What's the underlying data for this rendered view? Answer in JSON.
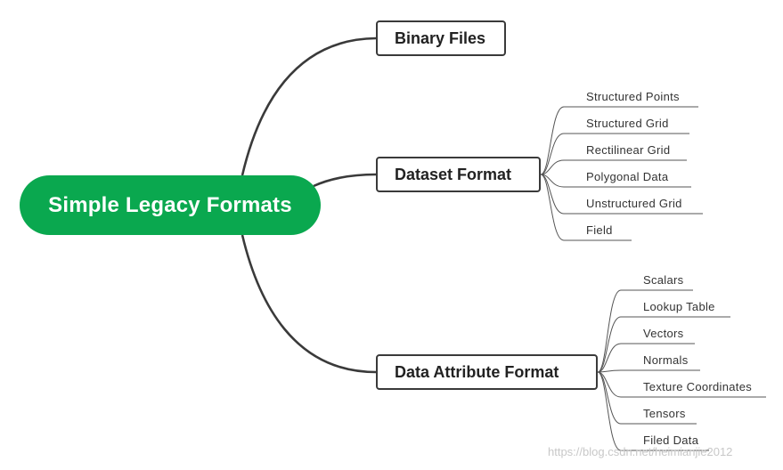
{
  "root": {
    "label": "Simple Legacy Formats"
  },
  "topics": [
    {
      "label": "Binary Files",
      "children": []
    },
    {
      "label": "Dataset Format",
      "children": [
        "Structured Points",
        "Structured Grid",
        "Rectilinear Grid",
        "Polygonal Data",
        "Unstructured Grid",
        "Field"
      ]
    },
    {
      "label": "Data Attribute Format",
      "children": [
        "Scalars",
        "Lookup Table",
        "Vectors",
        "Normals",
        "Texture Coordinates",
        "Tensors",
        "Filed Data"
      ]
    }
  ],
  "watermark": "https://blog.csdn.net/heimianjie2012",
  "colors": {
    "root_fill": "#0aa84f",
    "line": "#3a3a3a",
    "leaf_line": "#555555",
    "text": "#222222"
  }
}
